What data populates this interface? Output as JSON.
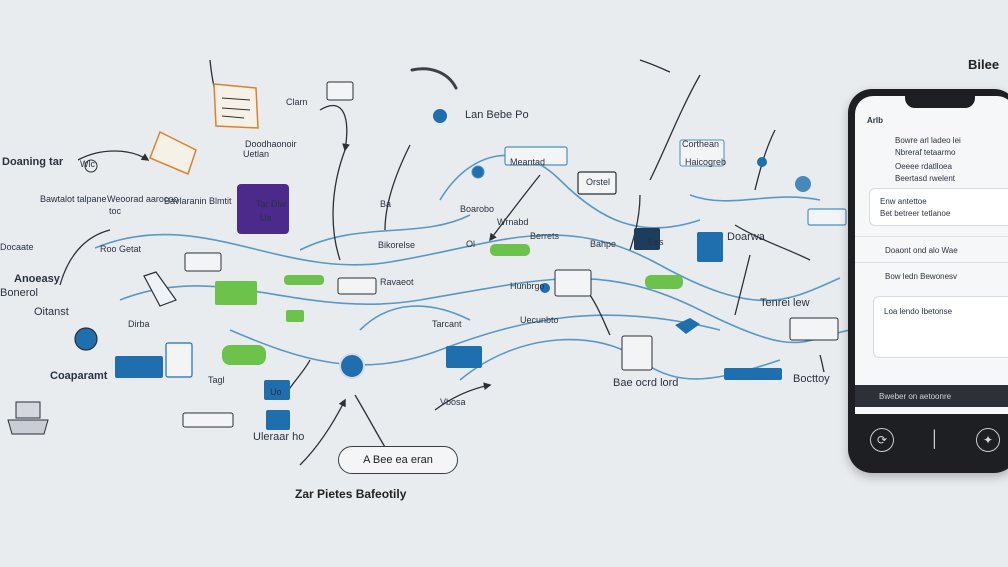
{
  "diagram": {
    "corner_title": "Bilee",
    "callout": "A Bee ea eran",
    "caption": "Zar Pietes Bafeotily",
    "labels": [
      {
        "id": "l01",
        "text": "Doaning tar"
      },
      {
        "id": "l02",
        "text": "Wlc"
      },
      {
        "id": "l03",
        "text": "Bawtalot talpane"
      },
      {
        "id": "l04",
        "text": "Docaate"
      },
      {
        "id": "l05",
        "text": "Bonerol"
      },
      {
        "id": "l06",
        "text": "Anoeasy"
      },
      {
        "id": "l07",
        "text": "Oitanst"
      },
      {
        "id": "l08",
        "text": "Coaparamt"
      },
      {
        "id": "l09",
        "text": "Weoorad aarocoo"
      },
      {
        "id": "l10",
        "text": "toc"
      },
      {
        "id": "l11",
        "text": "Roo Getat"
      },
      {
        "id": "l12",
        "text": "Dirba"
      },
      {
        "id": "l13",
        "text": "Doodhaonoir"
      },
      {
        "id": "l14",
        "text": "Uetlan"
      },
      {
        "id": "l15",
        "text": "Bavlaranin Blmtit"
      },
      {
        "id": "l16",
        "text": "Clarn"
      },
      {
        "id": "l17",
        "text": "Lan Bebe Po"
      },
      {
        "id": "l18",
        "text": "Ba"
      },
      {
        "id": "l19",
        "text": "Bikorelse"
      },
      {
        "id": "l20",
        "text": "Ol"
      },
      {
        "id": "l21",
        "text": "Wrnabd"
      },
      {
        "id": "l22",
        "text": "Berrets"
      },
      {
        "id": "l23",
        "text": "Orstel"
      },
      {
        "id": "l24",
        "text": "Corthean"
      },
      {
        "id": "l25",
        "text": "Haicogreb"
      },
      {
        "id": "l26",
        "text": "Meantad"
      },
      {
        "id": "l27",
        "text": "Boarobo"
      },
      {
        "id": "l28",
        "text": "Tar Dlw"
      },
      {
        "id": "l29",
        "text": "Ua"
      },
      {
        "id": "l30",
        "text": "Bahpe"
      },
      {
        "id": "l31",
        "text": "Doarwa"
      },
      {
        "id": "l32",
        "text": "Eas"
      },
      {
        "id": "l33",
        "text": "Tenrei lew"
      },
      {
        "id": "l34",
        "text": "Hunbrgo"
      },
      {
        "id": "l35",
        "text": "Ravaeot"
      },
      {
        "id": "l36",
        "text": "Uecunbto"
      },
      {
        "id": "l37",
        "text": "Tarcant"
      },
      {
        "id": "l38",
        "text": "Tagl"
      },
      {
        "id": "l39",
        "text": "Bae ocrd lord"
      },
      {
        "id": "l40",
        "text": "Vbosa"
      },
      {
        "id": "l41",
        "text": "Bocttoy"
      },
      {
        "id": "l42",
        "text": "Uo"
      },
      {
        "id": "l43",
        "text": "Uleraar ho"
      }
    ],
    "colors": {
      "background": "#e9ecef",
      "line_dark": "#2b2f36",
      "line_blue": "#4a90c2",
      "node_blue": "#1f6fae",
      "node_green": "#6cc24a",
      "node_purple": "#4b2a8c",
      "node_navy": "#1c3d5c",
      "node_orange": "#d9812e"
    }
  },
  "phone": {
    "header": "Arlb",
    "rows": [
      "Bowre arl ladeo lei",
      "Nbreraf tetaarmo",
      "Oeeee rdatlloea",
      "Beertasd rwelent",
      "Enw antettoe",
      "Bet betreer tetlanoe",
      "Doaont ond alo Wae",
      "Bow ledn Bewonesv",
      "Loa lendo Ibetonse"
    ],
    "status": "Bweber on aetoonre",
    "dock": [
      "refresh-icon",
      "home-icon",
      "compass-icon"
    ]
  }
}
